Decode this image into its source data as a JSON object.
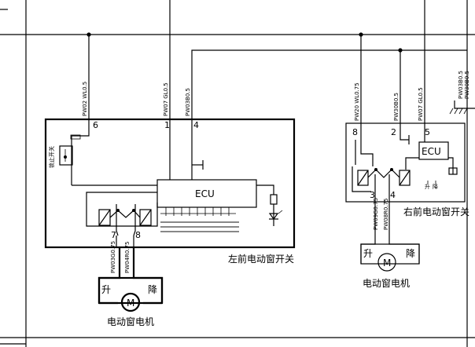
{
  "ecu_label": "ECU",
  "left_switch": {
    "title": "左前电动窗开关",
    "pins": {
      "p6": "6",
      "p1": "1",
      "p4": "4",
      "p7": "7",
      "p8": "8"
    },
    "wires": {
      "w6": "PW02 WL0.5",
      "w1": "PW07 GL0.5",
      "w4": "PW03B0.5",
      "w7": "PW03G0.75",
      "w8": "PW04R0.75"
    },
    "lock_label": "锁止开关",
    "motor": {
      "up": "升",
      "down": "降",
      "m": "M",
      "name": "电动窗电机"
    }
  },
  "right_switch": {
    "title": "右前电动窗开关",
    "pins": {
      "p8": "8",
      "p2": "2",
      "p5": "5",
      "p3": "3",
      "p4": "4"
    },
    "wires": {
      "w8": "PW20 WL0.75",
      "w2": "PW30B0.5",
      "w5": "PW07 GL0.5",
      "w3": "PW09G0.75",
      "w4": "PW08R0.75"
    },
    "ecu_label": "ECU",
    "btn_up": "升",
    "btn_down": "降",
    "motor": {
      "up": "升",
      "down": "降",
      "m": "M",
      "name": "电动窗电机"
    }
  },
  "top_right_wires": {
    "a": "PW03B0.5",
    "b": "PW30B0.5"
  }
}
